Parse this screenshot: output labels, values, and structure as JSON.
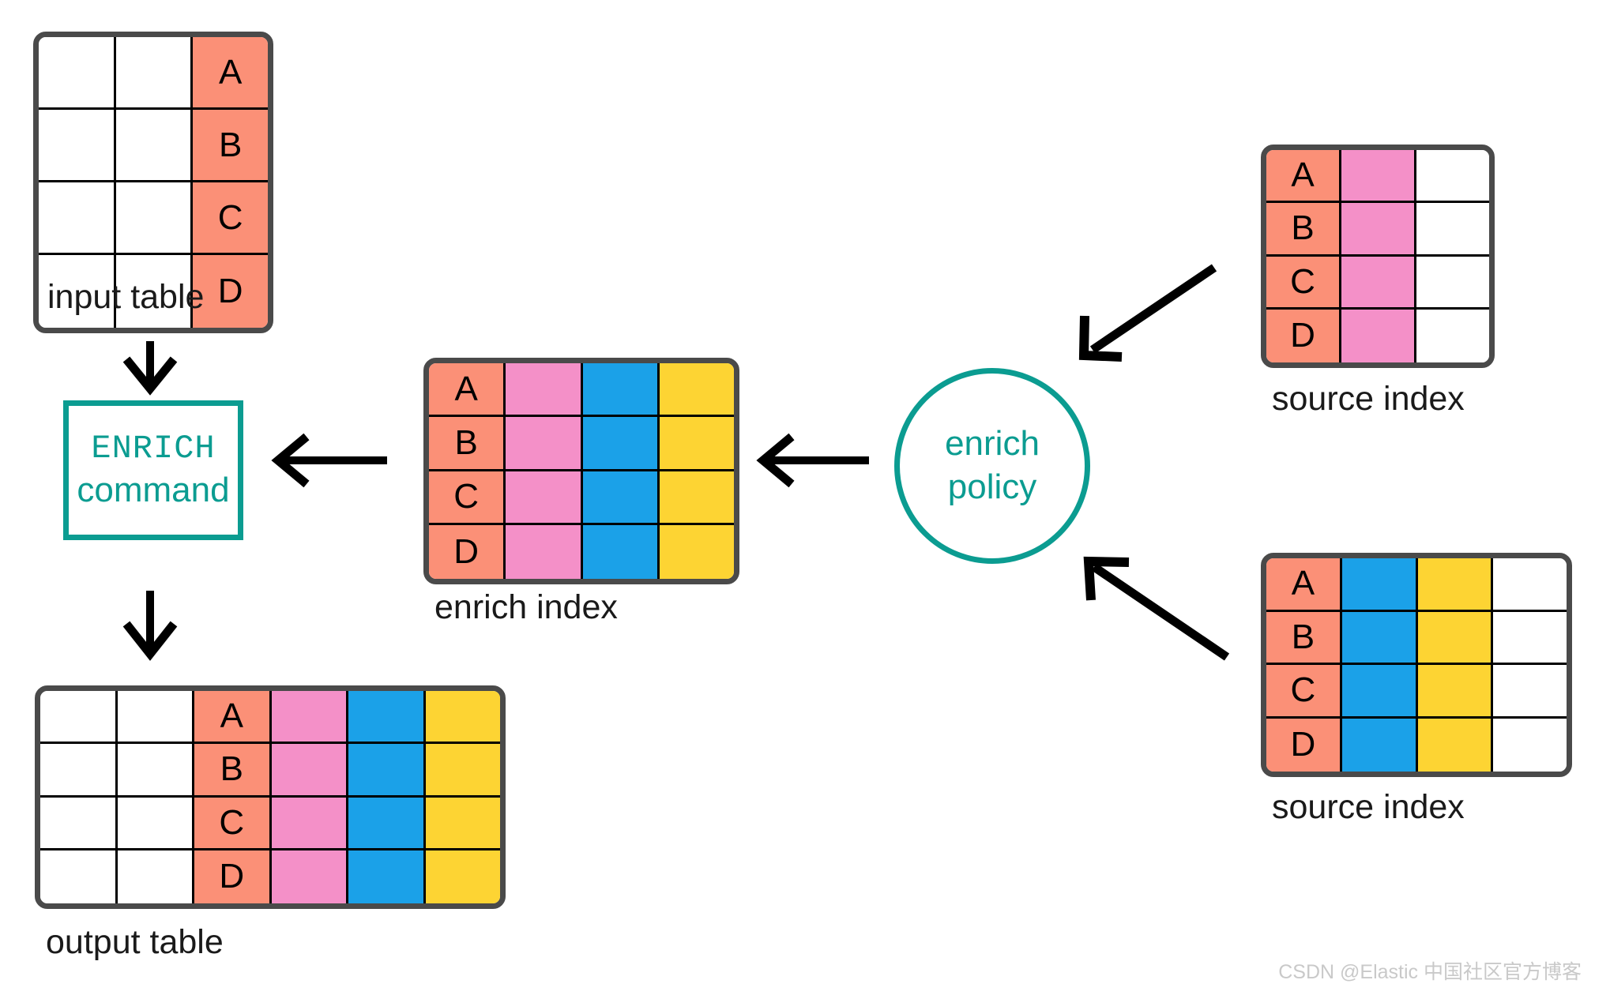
{
  "diagram": {
    "title": "Elasticsearch ENRICH processing diagram",
    "colors": {
      "salmon": "#fb9077",
      "pink": "#f490c8",
      "blue": "#1ba1e8",
      "yellow": "#fdd433",
      "white": "#ffffff",
      "teal": "#0b9c91",
      "frame": "#4a4a4a",
      "gridline": "#000000",
      "arrow": "#000000"
    },
    "row_keys": [
      "A",
      "B",
      "C",
      "D"
    ]
  },
  "input_table": {
    "caption": "input table",
    "columns": [
      "white",
      "white",
      "salmon"
    ],
    "rows": [
      {
        "cells": [
          {
            "text": "",
            "color": "white"
          },
          {
            "text": "",
            "color": "white"
          },
          {
            "text": "A",
            "color": "salmon"
          }
        ]
      },
      {
        "cells": [
          {
            "text": "",
            "color": "white"
          },
          {
            "text": "",
            "color": "white"
          },
          {
            "text": "B",
            "color": "salmon"
          }
        ]
      },
      {
        "cells": [
          {
            "text": "",
            "color": "white"
          },
          {
            "text": "",
            "color": "white"
          },
          {
            "text": "C",
            "color": "salmon"
          }
        ]
      },
      {
        "cells": [
          {
            "text": "",
            "color": "white"
          },
          {
            "text": "",
            "color": "white"
          },
          {
            "text": "D",
            "color": "salmon"
          }
        ]
      }
    ]
  },
  "enrich_command": {
    "line1": "ENRICH",
    "line2": "command"
  },
  "enrich_index": {
    "caption": "enrich index",
    "columns": [
      "salmon",
      "pink",
      "blue",
      "yellow"
    ],
    "rows": [
      {
        "cells": [
          {
            "text": "A",
            "color": "salmon"
          },
          {
            "text": "",
            "color": "pink"
          },
          {
            "text": "",
            "color": "blue"
          },
          {
            "text": "",
            "color": "yellow"
          }
        ]
      },
      {
        "cells": [
          {
            "text": "B",
            "color": "salmon"
          },
          {
            "text": "",
            "color": "pink"
          },
          {
            "text": "",
            "color": "blue"
          },
          {
            "text": "",
            "color": "yellow"
          }
        ]
      },
      {
        "cells": [
          {
            "text": "C",
            "color": "salmon"
          },
          {
            "text": "",
            "color": "pink"
          },
          {
            "text": "",
            "color": "blue"
          },
          {
            "text": "",
            "color": "yellow"
          }
        ]
      },
      {
        "cells": [
          {
            "text": "D",
            "color": "salmon"
          },
          {
            "text": "",
            "color": "pink"
          },
          {
            "text": "",
            "color": "blue"
          },
          {
            "text": "",
            "color": "yellow"
          }
        ]
      }
    ]
  },
  "enrich_policy": {
    "line1": "enrich",
    "line2": "policy"
  },
  "source_index_top": {
    "caption": "source index",
    "columns": [
      "salmon",
      "pink",
      "white"
    ],
    "rows": [
      {
        "cells": [
          {
            "text": "A",
            "color": "salmon"
          },
          {
            "text": "",
            "color": "pink"
          },
          {
            "text": "",
            "color": "white"
          }
        ]
      },
      {
        "cells": [
          {
            "text": "B",
            "color": "salmon"
          },
          {
            "text": "",
            "color": "pink"
          },
          {
            "text": "",
            "color": "white"
          }
        ]
      },
      {
        "cells": [
          {
            "text": "C",
            "color": "salmon"
          },
          {
            "text": "",
            "color": "pink"
          },
          {
            "text": "",
            "color": "white"
          }
        ]
      },
      {
        "cells": [
          {
            "text": "D",
            "color": "salmon"
          },
          {
            "text": "",
            "color": "pink"
          },
          {
            "text": "",
            "color": "white"
          }
        ]
      }
    ]
  },
  "source_index_bottom": {
    "caption": "source index",
    "columns": [
      "salmon",
      "blue",
      "yellow",
      "white"
    ],
    "rows": [
      {
        "cells": [
          {
            "text": "A",
            "color": "salmon"
          },
          {
            "text": "",
            "color": "blue"
          },
          {
            "text": "",
            "color": "yellow"
          },
          {
            "text": "",
            "color": "white"
          }
        ]
      },
      {
        "cells": [
          {
            "text": "B",
            "color": "salmon"
          },
          {
            "text": "",
            "color": "blue"
          },
          {
            "text": "",
            "color": "yellow"
          },
          {
            "text": "",
            "color": "white"
          }
        ]
      },
      {
        "cells": [
          {
            "text": "C",
            "color": "salmon"
          },
          {
            "text": "",
            "color": "blue"
          },
          {
            "text": "",
            "color": "yellow"
          },
          {
            "text": "",
            "color": "white"
          }
        ]
      },
      {
        "cells": [
          {
            "text": "D",
            "color": "salmon"
          },
          {
            "text": "",
            "color": "blue"
          },
          {
            "text": "",
            "color": "yellow"
          },
          {
            "text": "",
            "color": "white"
          }
        ]
      }
    ]
  },
  "output_table": {
    "caption": "output table",
    "columns": [
      "white",
      "white",
      "salmon",
      "pink",
      "blue",
      "yellow"
    ],
    "rows": [
      {
        "cells": [
          {
            "text": "",
            "color": "white"
          },
          {
            "text": "",
            "color": "white"
          },
          {
            "text": "A",
            "color": "salmon"
          },
          {
            "text": "",
            "color": "pink"
          },
          {
            "text": "",
            "color": "blue"
          },
          {
            "text": "",
            "color": "yellow"
          }
        ]
      },
      {
        "cells": [
          {
            "text": "",
            "color": "white"
          },
          {
            "text": "",
            "color": "white"
          },
          {
            "text": "B",
            "color": "salmon"
          },
          {
            "text": "",
            "color": "pink"
          },
          {
            "text": "",
            "color": "blue"
          },
          {
            "text": "",
            "color": "yellow"
          }
        ]
      },
      {
        "cells": [
          {
            "text": "",
            "color": "white"
          },
          {
            "text": "",
            "color": "white"
          },
          {
            "text": "C",
            "color": "salmon"
          },
          {
            "text": "",
            "color": "pink"
          },
          {
            "text": "",
            "color": "blue"
          },
          {
            "text": "",
            "color": "yellow"
          }
        ]
      },
      {
        "cells": [
          {
            "text": "",
            "color": "white"
          },
          {
            "text": "",
            "color": "white"
          },
          {
            "text": "D",
            "color": "salmon"
          },
          {
            "text": "",
            "color": "pink"
          },
          {
            "text": "",
            "color": "blue"
          },
          {
            "text": "",
            "color": "yellow"
          }
        ]
      }
    ]
  },
  "arrows": [
    {
      "name": "arrow-input-to-enrich-command",
      "direction": "down"
    },
    {
      "name": "arrow-enrich-command-to-output",
      "direction": "down"
    },
    {
      "name": "arrow-enrich-index-to-command",
      "direction": "left"
    },
    {
      "name": "arrow-policy-to-enrich-index",
      "direction": "left"
    },
    {
      "name": "arrow-source-top-to-policy",
      "direction": "down-left"
    },
    {
      "name": "arrow-source-bottom-to-policy",
      "direction": "up-left"
    }
  ],
  "watermark": {
    "text": "CSDN @Elastic 中国社区官方博客"
  }
}
